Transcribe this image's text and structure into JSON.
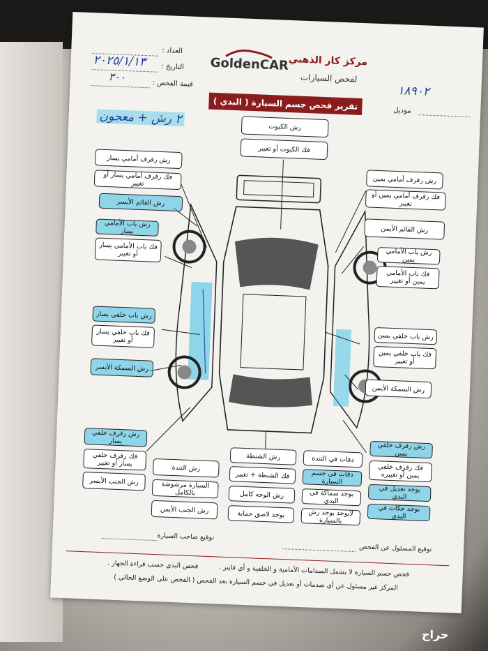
{
  "header": {
    "center_name": "مركز كار الذهبي",
    "sub_name": "لفحص السيارات",
    "logo_text": "GoldenCAR",
    "field_counter": "العداد :",
    "field_date": "التاريخ :",
    "field_value": "قيمة الفحص :",
    "field_model": "موديل",
    "banner": "تقرير فحص جسم السيارة ( البدي )",
    "hand_date": "٢٠٢٥/١/١٣",
    "hand_value": "٣٠٠",
    "hand_top_right": "١٨٩٠٢",
    "hand_note": "٢ رش + معجون"
  },
  "boxes_top": [
    "رش الكبوت",
    "فك الكبوت أو تغيير"
  ],
  "boxes_left": [
    {
      "text": "رش رفرف أمامي يسار",
      "hl": false
    },
    {
      "text": "فك رفرف أمامي يسار أو تغيير",
      "hl": false
    },
    {
      "text": "رش القائم الأيسر",
      "hl": true
    },
    {
      "text": "رش باب الأمامي يسار",
      "hl": true
    },
    {
      "text": "فك باب الأمامي يسار أو تغيير",
      "hl": false
    },
    {
      "text": "رش باب خلفي يسار",
      "hl": true
    },
    {
      "text": "فك باب خلفي يسار أو تغيير",
      "hl": false
    },
    {
      "text": "رش السمكة الأيسر",
      "hl": true
    },
    {
      "text": "رش رفرف خلفي يسار",
      "hl": true
    },
    {
      "text": "فك رفرف خلفي يسار أو تغيير",
      "hl": false
    },
    {
      "text": "رش الجنب الأيسر",
      "hl": false
    }
  ],
  "boxes_right": [
    {
      "text": "رش رفرف أمامي يمين",
      "hl": false
    },
    {
      "text": "فك رفرف أمامي يمين أو تغيير",
      "hl": false
    },
    {
      "text": "رش القائم الأيمن",
      "hl": false
    },
    {
      "text": "رش باب الأمامي يمين",
      "hl": false
    },
    {
      "text": "فك باب الأمامي يمين أو تغيير",
      "hl": false
    },
    {
      "text": "رش باب خلفي يمين",
      "hl": false
    },
    {
      "text": "فك باب خلفي يمين أو تغيير",
      "hl": false
    },
    {
      "text": "رش السمكة الأيمن",
      "hl": false
    },
    {
      "text": "رش رفرف خلفي يمين",
      "hl": true
    },
    {
      "text": "فك رفرف خلفي يمين أو تغييره",
      "hl": false
    }
  ],
  "boxes_bottom": [
    {
      "text": "رش الشنطة",
      "hl": false
    },
    {
      "text": "فك الشنطة + تغيير",
      "hl": false
    },
    {
      "text": "رش الوجه كامل",
      "hl": false
    },
    {
      "text": "يوجد لاصق حماية",
      "hl": false
    },
    {
      "text": "رش التندة",
      "hl": false
    },
    {
      "text": "السيارة مرشوشة بالكامل",
      "hl": false
    },
    {
      "text": "رش الجنب الأيمن",
      "hl": false
    },
    {
      "text": "دقات في التندة",
      "hl": false
    },
    {
      "text": "دقات في جسم السيارة",
      "hl": true
    },
    {
      "text": "يوجد سماكة في البدي",
      "hl": false
    },
    {
      "text": "لايوجد يوجد رش بالسيارة",
      "hl": false
    },
    {
      "text": "يوجد تعديل في البدي",
      "hl": true
    },
    {
      "text": "يوجد حكات في البدي",
      "hl": true
    }
  ],
  "footer": {
    "sign_owner": "توقيع صاحب السيارة",
    "sign_inspector": "توقيع المسئول عن الفحص",
    "note1": "فحص جسم السيارة لا يشمل الصدامات الأمامية و الخلفية و أي فايبر .",
    "note2": "فحص البدي حسب قراءة الجهاز .",
    "note3": "المركز غير مسئول عن أي صدمات أو تعديل في جسم السيارة بعد الفحص ( الفحص على الوضع الحالي )"
  },
  "watermark": "حراج"
}
